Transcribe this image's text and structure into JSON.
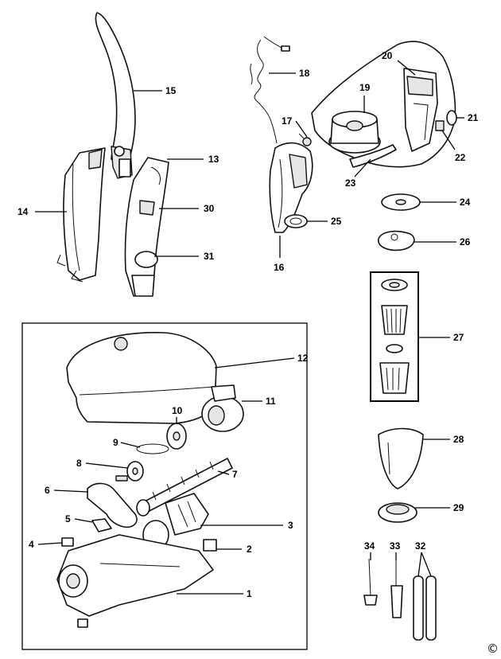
{
  "callouts": [
    {
      "id": "c1",
      "text": "1"
    },
    {
      "id": "c2",
      "text": "2"
    },
    {
      "id": "c3",
      "text": "3"
    },
    {
      "id": "c4",
      "text": "4"
    },
    {
      "id": "c5",
      "text": "5"
    },
    {
      "id": "c6",
      "text": "6"
    },
    {
      "id": "c7",
      "text": "7"
    },
    {
      "id": "c8",
      "text": "8"
    },
    {
      "id": "c9",
      "text": "9"
    },
    {
      "id": "c10",
      "text": "10"
    },
    {
      "id": "c11",
      "text": "11"
    },
    {
      "id": "c12",
      "text": "12"
    },
    {
      "id": "c13",
      "text": "13"
    },
    {
      "id": "c14",
      "text": "14"
    },
    {
      "id": "c15",
      "text": "15"
    },
    {
      "id": "c16",
      "text": "16"
    },
    {
      "id": "c17",
      "text": "17"
    },
    {
      "id": "c18",
      "text": "18"
    },
    {
      "id": "c19",
      "text": "19"
    },
    {
      "id": "c20",
      "text": "20"
    },
    {
      "id": "c21",
      "text": "21"
    },
    {
      "id": "c22",
      "text": "22"
    },
    {
      "id": "c23",
      "text": "23"
    },
    {
      "id": "c24",
      "text": "24"
    },
    {
      "id": "c25",
      "text": "25"
    },
    {
      "id": "c26",
      "text": "26"
    },
    {
      "id": "c27",
      "text": "27"
    },
    {
      "id": "c28",
      "text": "28"
    },
    {
      "id": "c29",
      "text": "29"
    },
    {
      "id": "c30",
      "text": "30"
    },
    {
      "id": "c31",
      "text": "31"
    },
    {
      "id": "c32",
      "text": "32"
    },
    {
      "id": "c33",
      "text": "33"
    },
    {
      "id": "c34",
      "text": "34"
    }
  ],
  "copyright": "©"
}
